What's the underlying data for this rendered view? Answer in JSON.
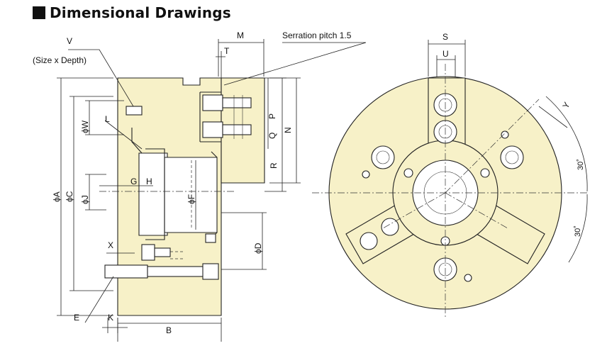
{
  "title": "Dimensional Drawings",
  "colors": {
    "body_fill": "#f7f1c8",
    "line": "#222222",
    "title": "#111111"
  },
  "side_view": {
    "labels": {
      "V": "V",
      "size_depth": "(Size x Depth)",
      "M": "M",
      "T": "T",
      "serration": "Serration pitch 1.5",
      "phiW": "ϕW",
      "L": "L",
      "P": "P",
      "Q": "Q",
      "N": "N",
      "R": "R",
      "phiA": "ϕA",
      "phiC": "ϕC",
      "phiJ": "ϕJ",
      "G": "G",
      "H": "H",
      "phiF": "ϕF",
      "phiD": "ϕD",
      "X": "X",
      "E": "E",
      "K": "K",
      "B": "B"
    }
  },
  "front_view": {
    "labels": {
      "S": "S",
      "U": "U",
      "Y": "Y",
      "angle1": "30˚",
      "angle2": "30˚"
    }
  }
}
